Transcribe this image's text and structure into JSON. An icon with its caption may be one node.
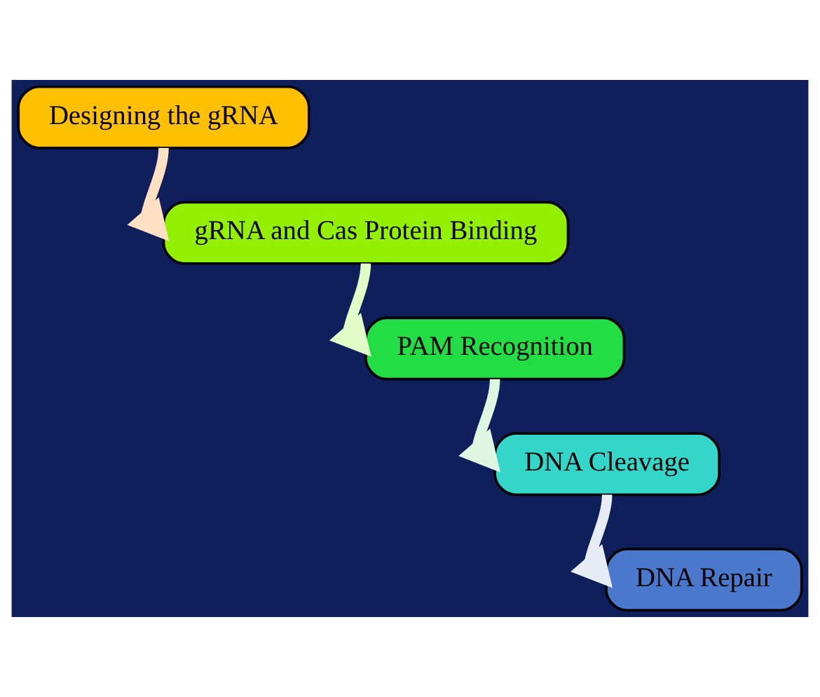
{
  "diagram": {
    "nodes": [
      {
        "text": [
          "Designing the gRNA"
        ]
      },
      {
        "text": [
          "gRNA and Cas Protein Binding"
        ]
      },
      {
        "text": [
          "PAM Recognition"
        ]
      },
      {
        "text": [
          "DNA Cleavage"
        ]
      },
      {
        "text": [
          "DNA Repair"
        ]
      }
    ],
    "edges": [
      {
        "from": 0,
        "to": 1,
        "arrow": "to",
        "color": "#ffe0c2"
      },
      {
        "from": 1,
        "to": 2,
        "arrow": "to",
        "color": "#e2fcc8"
      },
      {
        "from": 2,
        "to": 3,
        "arrow": "to",
        "color": "#dff7e2"
      },
      {
        "from": 3,
        "to": 4,
        "arrow": "to",
        "color": "#e8ecf4"
      }
    ]
  }
}
